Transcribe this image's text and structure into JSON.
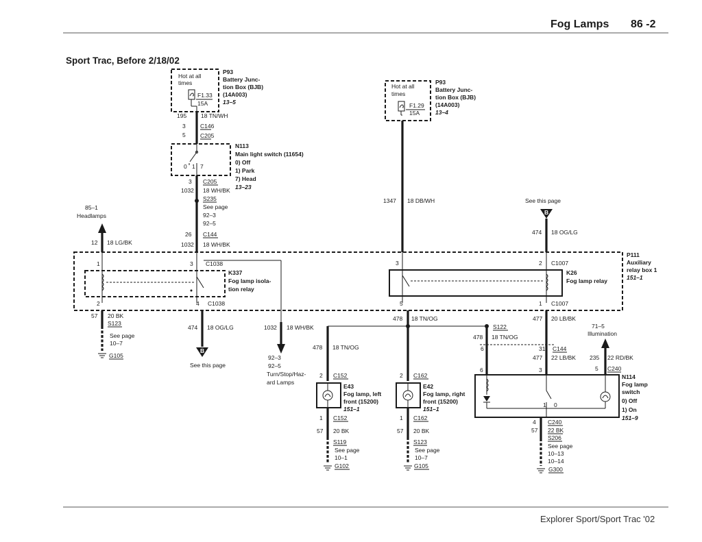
{
  "header": {
    "title": "Fog Lamps",
    "page": "86 -2"
  },
  "subtitle": "Sport Trac, Before 2/18/02",
  "footer": "Explorer Sport/Sport Trac '02",
  "labels": {
    "p93_1": [
      "P93",
      "Battery Junc-",
      "tion Box (BJB)",
      "(14A003)"
    ],
    "p93_1_ref": "13–5",
    "p93_2": [
      "P93",
      "Battery Junc-",
      "tion Box (BJB)",
      "(14A003)"
    ],
    "p93_2_ref": "13–4",
    "hot1": [
      "Hot at all",
      "times"
    ],
    "hot2": [
      "Hot at all",
      "times"
    ],
    "fuse1": [
      "F1.33",
      "15A"
    ],
    "fuse2": [
      "F1.29",
      "15A"
    ],
    "wire195": [
      "195",
      "18 TN/WH"
    ],
    "c146": [
      "3",
      "C146"
    ],
    "c205a": [
      "5",
      "C205"
    ],
    "n113": [
      "N113",
      "Main light switch (11654)",
      "0)   Off",
      "1)   Park",
      "7)   Head"
    ],
    "n113_ref": "13–23",
    "n113_pos": [
      "0",
      "1",
      "7"
    ],
    "c205b": [
      "3",
      "C205",
      "1032",
      "18 WH/BK"
    ],
    "s235": [
      "S235",
      "See page",
      "92–3",
      "92–5"
    ],
    "c144a": [
      "26",
      "C144",
      "1032",
      "18 WH/BK"
    ],
    "headlamps": [
      "85–1",
      "Headlamps"
    ],
    "wire12": [
      "12",
      "18 LG/BK"
    ],
    "wire1347": [
      "1347",
      "18 DB/WH"
    ],
    "see_this_page_top": "See this page",
    "wire474_top": [
      "474",
      "18 OG/LG"
    ],
    "p111": [
      "P111",
      "Auxiliary",
      "relay box 1"
    ],
    "p111_ref": "151–1",
    "k337": [
      "K337",
      "Fog lamp isola-",
      "tion relay"
    ],
    "k26": [
      "K26",
      "Fog lamp relay"
    ],
    "c1038_top": [
      "1",
      "3",
      "C1038"
    ],
    "c1038_bot": [
      "2",
      "4",
      "C1038"
    ],
    "c1007_top": [
      "3",
      "2",
      "C1007"
    ],
    "c1007_bot": [
      "5",
      "1",
      "C1007"
    ],
    "wire57a": [
      "57",
      "20 BK"
    ],
    "s123a": [
      "S123",
      "See page",
      "10–7"
    ],
    "g105a": "G105",
    "wire474_bot": [
      "474",
      "18 OG/LG"
    ],
    "see_this_page_bot": "See this page",
    "wire1032_bot": [
      "1032",
      "18 WH/BK"
    ],
    "turn_lamps": [
      "92–3",
      "92–5",
      "Turn/Stop/Haz-",
      "ard Lamps"
    ],
    "wire478a": [
      "478",
      "18 TN/OG"
    ],
    "wire478b": [
      "478",
      "18 TN/OG"
    ],
    "s122": "S122",
    "wire478c": [
      "478",
      "18 TN/OG"
    ],
    "wire477": [
      "477",
      "20 LB/BK"
    ],
    "illumination": [
      "71–5",
      "Illumination"
    ],
    "c144b": [
      "31",
      "C144",
      "477",
      "22 LB/BK"
    ],
    "wire235": [
      "235",
      "22 RD/BK",
      "5",
      "C240"
    ],
    "c152a": [
      "2",
      "C152"
    ],
    "e43": [
      "E43",
      "Fog lamp, left",
      "front (15200)"
    ],
    "e43_ref": "151–1",
    "c152b": [
      "1",
      "C152",
      "57",
      "20 BK"
    ],
    "s119": [
      "S119",
      "See page",
      "10–1"
    ],
    "g102": "G102",
    "c162a": [
      "2",
      "C162"
    ],
    "e42": [
      "E42",
      "Fog lamp, right",
      "front (15200)"
    ],
    "e42_ref": "151–1",
    "c162b": [
      "1",
      "C162",
      "57",
      "20 BK"
    ],
    "s123b": [
      "S123",
      "See page",
      "10–7"
    ],
    "g105b": "G105",
    "n114": [
      "N114",
      "Fog lamp",
      "switch",
      "0)   Off",
      "1)   On"
    ],
    "n114_ref": "151–9",
    "n114_pins": [
      "6",
      "3",
      "5",
      "1",
      "0"
    ],
    "c240b": [
      "4",
      "C240",
      "57",
      "22 BK"
    ],
    "s206": [
      "S206",
      "See page",
      "10–13",
      "10–14"
    ],
    "g300": "G300",
    "b_marker": "B"
  }
}
